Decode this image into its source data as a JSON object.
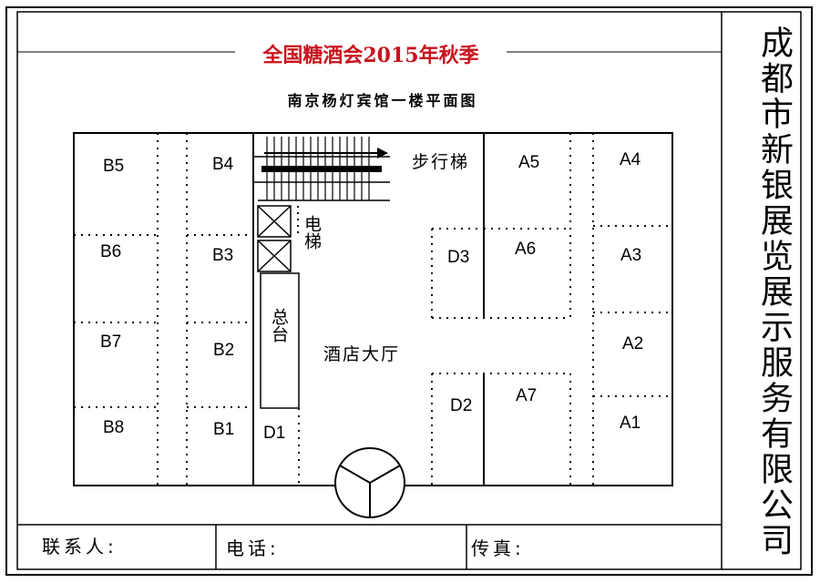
{
  "title": "全国糖酒会2015年秋季",
  "subtitle": "南京杨灯宾馆一楼平面图",
  "company": "成都市新银展览展示服务有限公司",
  "booths": {
    "B5": "B5",
    "B4": "B4",
    "B6": "B6",
    "B3": "B3",
    "B7": "B7",
    "B2": "B2",
    "B8": "B8",
    "B1": "B1",
    "D1": "D1",
    "D2": "D2",
    "D3": "D3",
    "A1": "A1",
    "A2": "A2",
    "A3": "A3",
    "A4": "A4",
    "A5": "A5",
    "A6": "A6",
    "A7": "A7"
  },
  "labels": {
    "stairs": "步行梯",
    "elevator": "电梯",
    "front_desk": "总台",
    "lobby": "酒店大厅"
  },
  "footer": {
    "contact": "联系人:",
    "phone": "电话:",
    "fax": "传真:"
  },
  "colors": {
    "title": "#c8141e",
    "line": "#000000"
  }
}
